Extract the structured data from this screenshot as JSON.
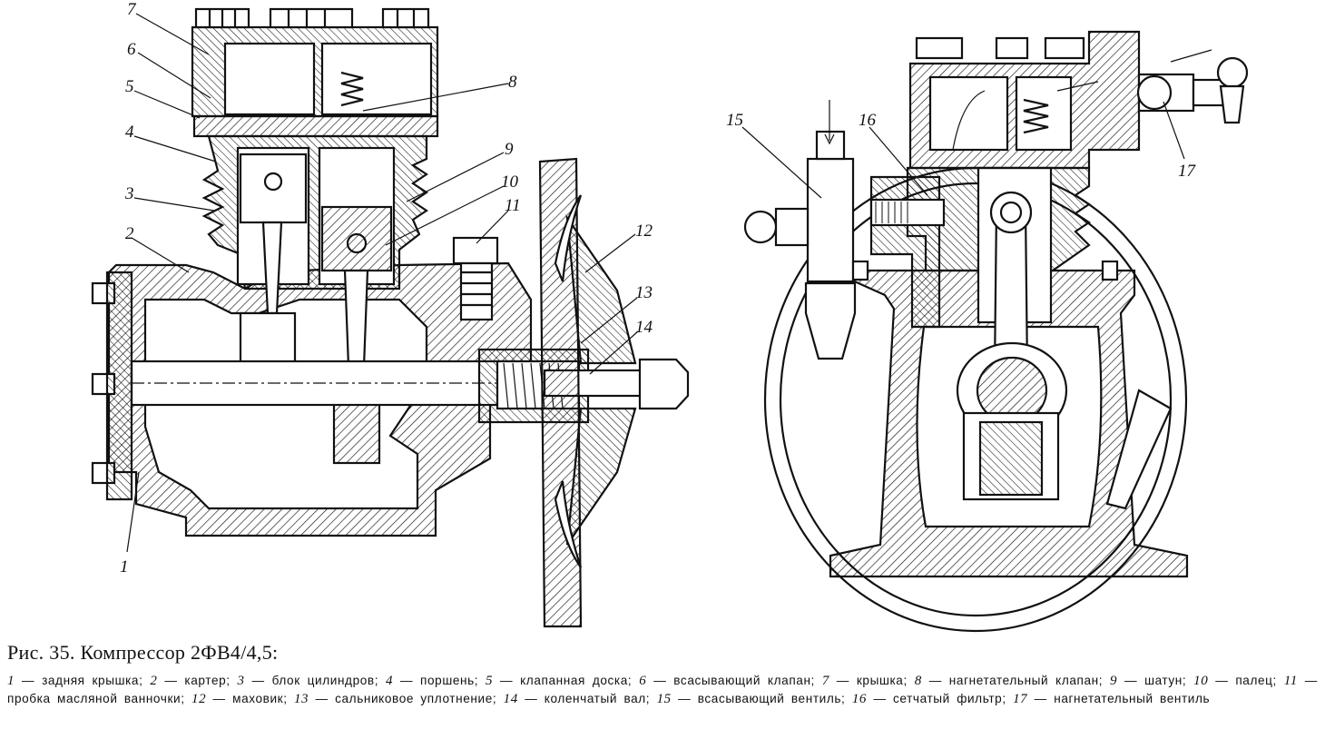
{
  "figure": {
    "caption_title": "Рис. 35. Компрессор 2ФВ4/4,5:",
    "legend": [
      {
        "num": "1",
        "text": "задняя крышка"
      },
      {
        "num": "2",
        "text": "картер"
      },
      {
        "num": "3",
        "text": "блок цилиндров"
      },
      {
        "num": "4",
        "text": "поршень"
      },
      {
        "num": "5",
        "text": "клапанная доска"
      },
      {
        "num": "6",
        "text": "всасывающий клапан"
      },
      {
        "num": "7",
        "text": "крышка"
      },
      {
        "num": "8",
        "text": "нагнетательный клапан"
      },
      {
        "num": "9",
        "text": "шатун"
      },
      {
        "num": "10",
        "text": "палец"
      },
      {
        "num": "11",
        "text": "пробка масляной ванночки"
      },
      {
        "num": "12",
        "text": "маховик"
      },
      {
        "num": "13",
        "text": "сальниковое уплотнение"
      },
      {
        "num": "14",
        "text": "коленчатый вал"
      },
      {
        "num": "15",
        "text": "всасывающий вентиль"
      },
      {
        "num": "16",
        "text": "сетчатый фильтр"
      },
      {
        "num": "17",
        "text": "нагнетательный вентиль"
      }
    ]
  },
  "callouts": [
    "1",
    "2",
    "3",
    "4",
    "5",
    "6",
    "7",
    "8",
    "9",
    "10",
    "11",
    "12",
    "13",
    "14",
    "15",
    "16",
    "17"
  ],
  "colors": {
    "ink": "#111111",
    "paper": "#ffffff"
  }
}
